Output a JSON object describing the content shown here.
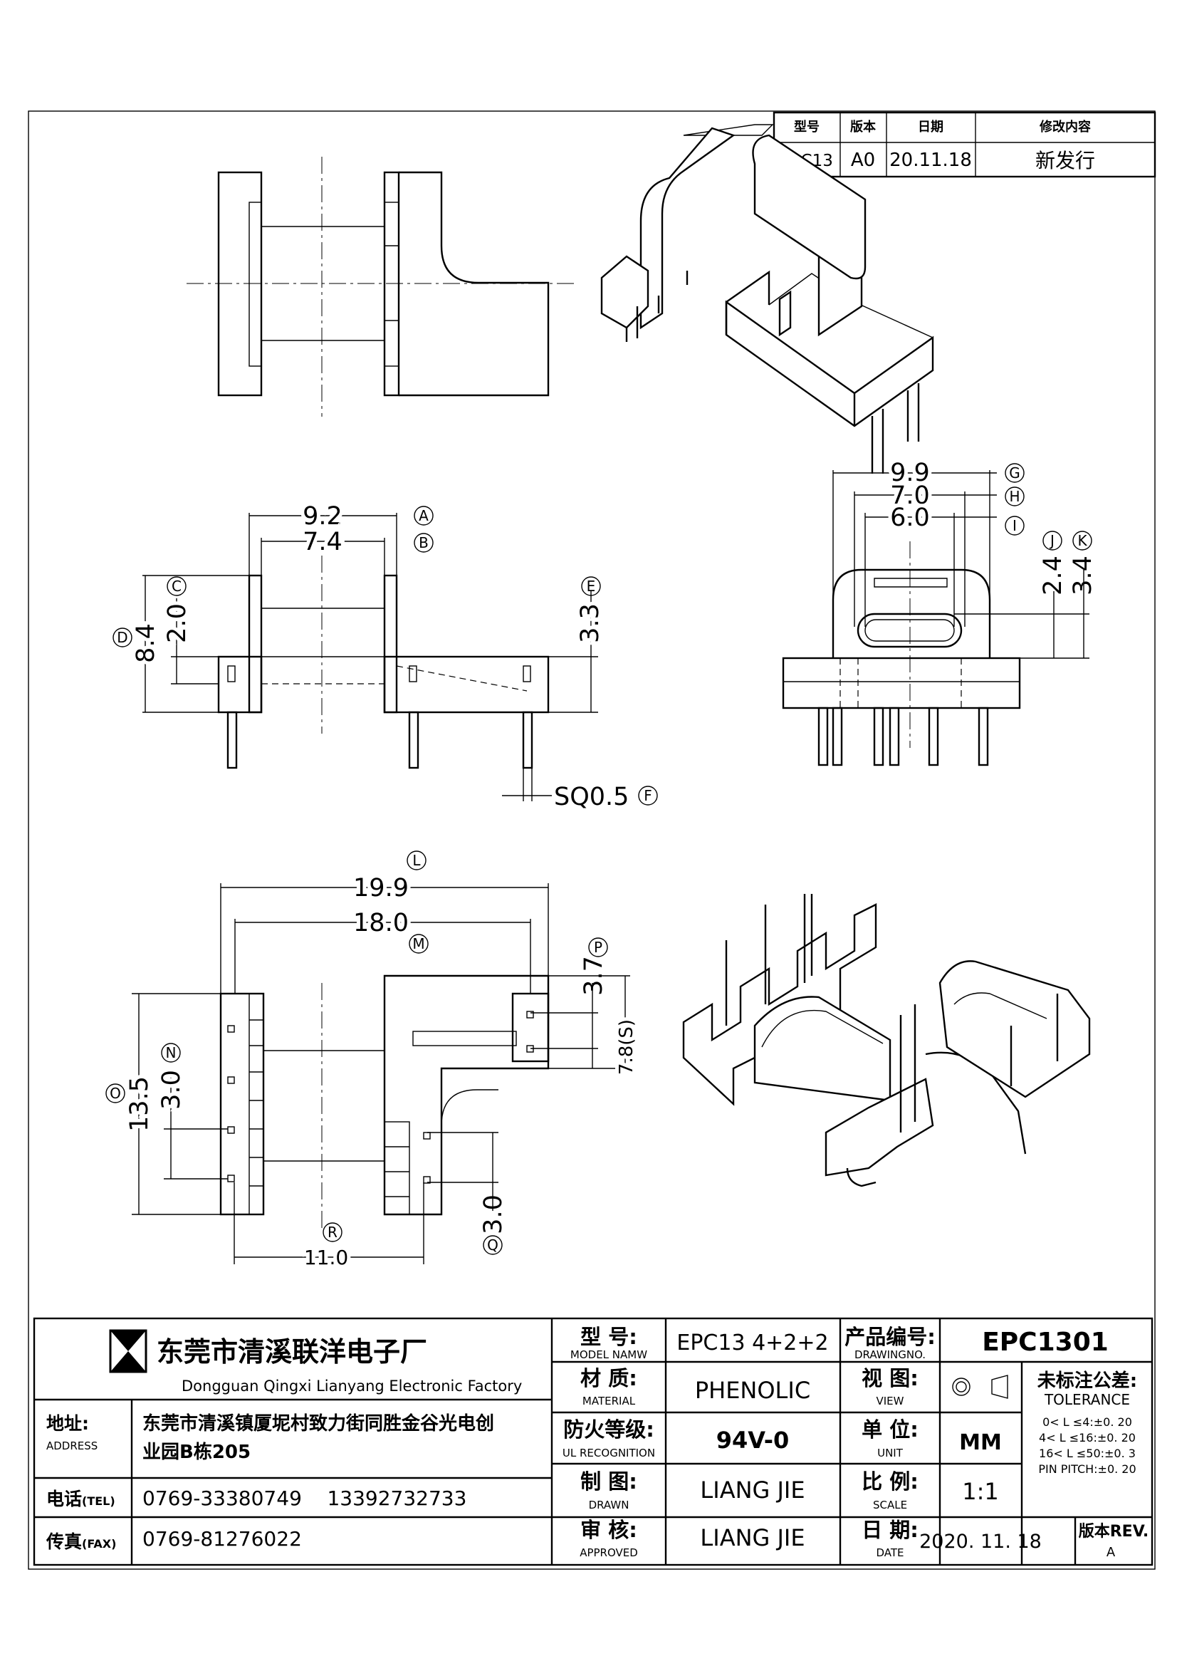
{
  "revision_table": {
    "headers": [
      "型号",
      "版本",
      "日期",
      "修改内容"
    ],
    "row": [
      "EPC13",
      "A0",
      "20.11.18",
      "新发行"
    ]
  },
  "dimensions": {
    "a": "9.2",
    "b": "7.4",
    "c": "2.0",
    "d": "8.4",
    "e": "3.3",
    "f": "SQ0.5",
    "g": "9.9",
    "h": "7.0",
    "i": "6.0",
    "j": "2.4",
    "k": "3.4",
    "l": "19.9",
    "m": "18.0",
    "n": "3.0",
    "o": "13.5",
    "p": "3.7",
    "s": "7.8(S)",
    "q": "3.0",
    "r": "11.0"
  },
  "callouts": [
    "A",
    "B",
    "C",
    "D",
    "E",
    "F",
    "G",
    "H",
    "I",
    "J",
    "K",
    "L",
    "M",
    "N",
    "O",
    "P",
    "Q",
    "R"
  ],
  "title_block": {
    "company_cn": "东莞市清溪联洋电子厂",
    "company_en": "Dongguan Qingxi Lianyang Electronic Factory",
    "address_label": "地址:",
    "address_label_en": "ADDRESS",
    "address_line1": "东莞市清溪镇厦坭村致力街同胜金谷光电创",
    "address_line2": "业园B栋205",
    "tel_label": "电话",
    "tel_label_en": "(TEL)",
    "tel_value": "0769-33380749    13392732733",
    "fax_label": "传真",
    "fax_label_en": "(FAX)",
    "fax_value": "0769-81276022",
    "model_label": "型 号:",
    "model_label_en": "MODEL NAMW",
    "model_value": "EPC13 4+2+2",
    "material_label": "材 质:",
    "material_label_en": "MATERIAL",
    "material_value": "PHENOLIC",
    "fire_label": "防火等级:",
    "fire_label_en": "UL RECOGNITION",
    "fire_value": "94V-0",
    "drawn_label": "制 图:",
    "drawn_label_en": "DRAWN",
    "drawn_value": "LIANG JIE",
    "approved_label": "审 核:",
    "approved_label_en": "APPROVED",
    "approved_value": "LIANG JIE",
    "product_no_label": "产品编号:",
    "product_no_label_en": "DRAWINGNO.",
    "product_no_value": "EPC1301",
    "view_label": "视 图:",
    "view_label_en": "VIEW",
    "unit_label": "单 位:",
    "unit_label_en": "UNIT",
    "unit_value": "MM",
    "scale_label": "比 例:",
    "scale_label_en": "SCALE",
    "scale_value": "1:1",
    "date_label": "日 期:",
    "date_label_en": "DATE",
    "date_value": "2020. 11. 18",
    "tolerance_title": "未标注公差:",
    "tolerance_title_en": "TOLERANCE",
    "tolerance_lines": [
      "0< L ≤4:±0. 20",
      "4< L ≤16:±0. 20",
      "16< L ≤50:±0. 3",
      "PIN PITCH:±0. 20"
    ],
    "rev_label": "版本REV.",
    "rev_value": "A"
  }
}
